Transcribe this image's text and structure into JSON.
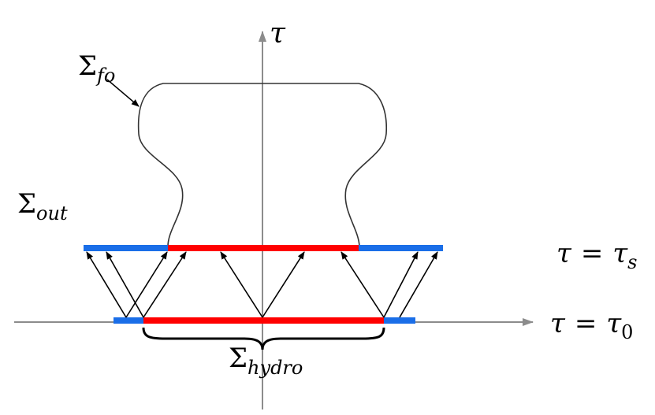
{
  "diagram": {
    "axis_vertical_label": "τ",
    "label_sigma_fo": {
      "base": "Σ",
      "sub": "fo"
    },
    "label_sigma_out": {
      "base": "Σ",
      "sub": "out"
    },
    "label_sigma_hydro": {
      "base": "Σ",
      "sub": "hydro"
    },
    "label_tau_s": {
      "lhs": "τ",
      "eq": "=",
      "base": "τ",
      "sub": "s"
    },
    "label_tau_0": {
      "lhs": "τ",
      "eq": "=",
      "base": "τ",
      "sub": "0"
    },
    "colors": {
      "inner_segment": "#ff0000",
      "outer_segment": "#1a6ee8",
      "axis": "#8c8c8c",
      "curve": "#333333",
      "arrows": "#000000"
    }
  }
}
